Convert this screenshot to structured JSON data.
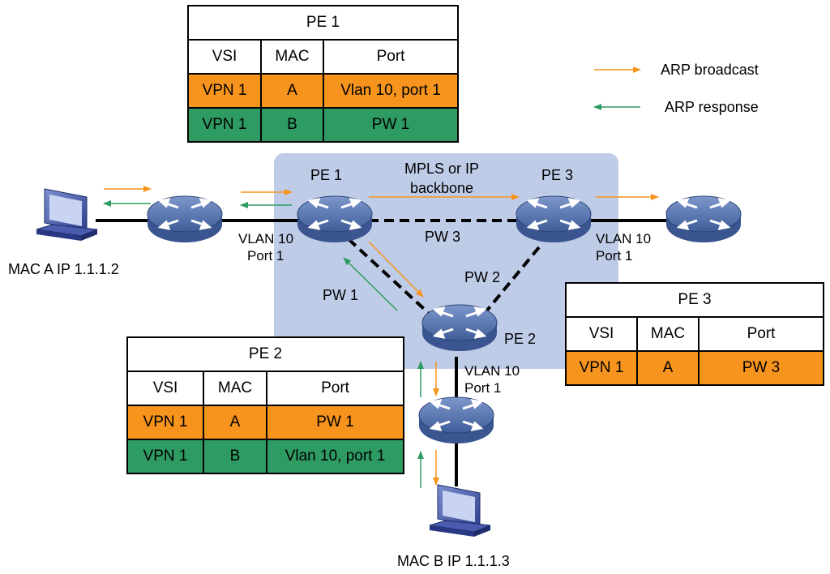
{
  "legend": {
    "broadcast_label": "ARP broadcast",
    "response_label": "ARP response",
    "broadcast_color": "#f7941d",
    "response_color": "#2e9b62"
  },
  "backbone_label_line1": "MPLS or IP",
  "backbone_label_line2": "backbone",
  "nodes": {
    "pe1": "PE 1",
    "pe2": "PE 2",
    "pe3": "PE 3"
  },
  "pw_labels": {
    "pw1": "PW 1",
    "pw2": "PW 2",
    "pw3": "PW 3"
  },
  "port_labels": {
    "pe1_vlan": "VLAN 10",
    "pe1_port": "Port 1",
    "pe3_vlan": "VLAN 10",
    "pe3_port": "Port 1",
    "pe2_vlan": "VLAN 10",
    "pe2_port": "Port 1"
  },
  "hosts": {
    "host_a": "MAC A IP 1.1.1.2",
    "host_b": "MAC B IP 1.1.1.3"
  },
  "tables": {
    "pe1": {
      "title": "PE 1",
      "headers": [
        "VSI",
        "MAC",
        "Port"
      ],
      "rows": [
        [
          "VPN 1",
          "A",
          "Vlan 10, port 1"
        ],
        [
          "VPN 1",
          "B",
          "PW 1"
        ]
      ]
    },
    "pe2": {
      "title": "PE 2",
      "headers": [
        "VSI",
        "MAC",
        "Port"
      ],
      "rows": [
        [
          "VPN 1",
          "A",
          "PW 1"
        ],
        [
          "VPN 1",
          "B",
          "Vlan 10, port 1"
        ]
      ]
    },
    "pe3": {
      "title": "PE 3",
      "headers": [
        "VSI",
        "MAC",
        "Port"
      ],
      "rows": [
        [
          "VPN 1",
          "A",
          "PW 3"
        ]
      ]
    }
  },
  "colors": {
    "backbone_fill": "#b8c6e6",
    "switch_fill": "#5b79b4",
    "orange": "#f7941d",
    "green": "#2e9b62"
  }
}
